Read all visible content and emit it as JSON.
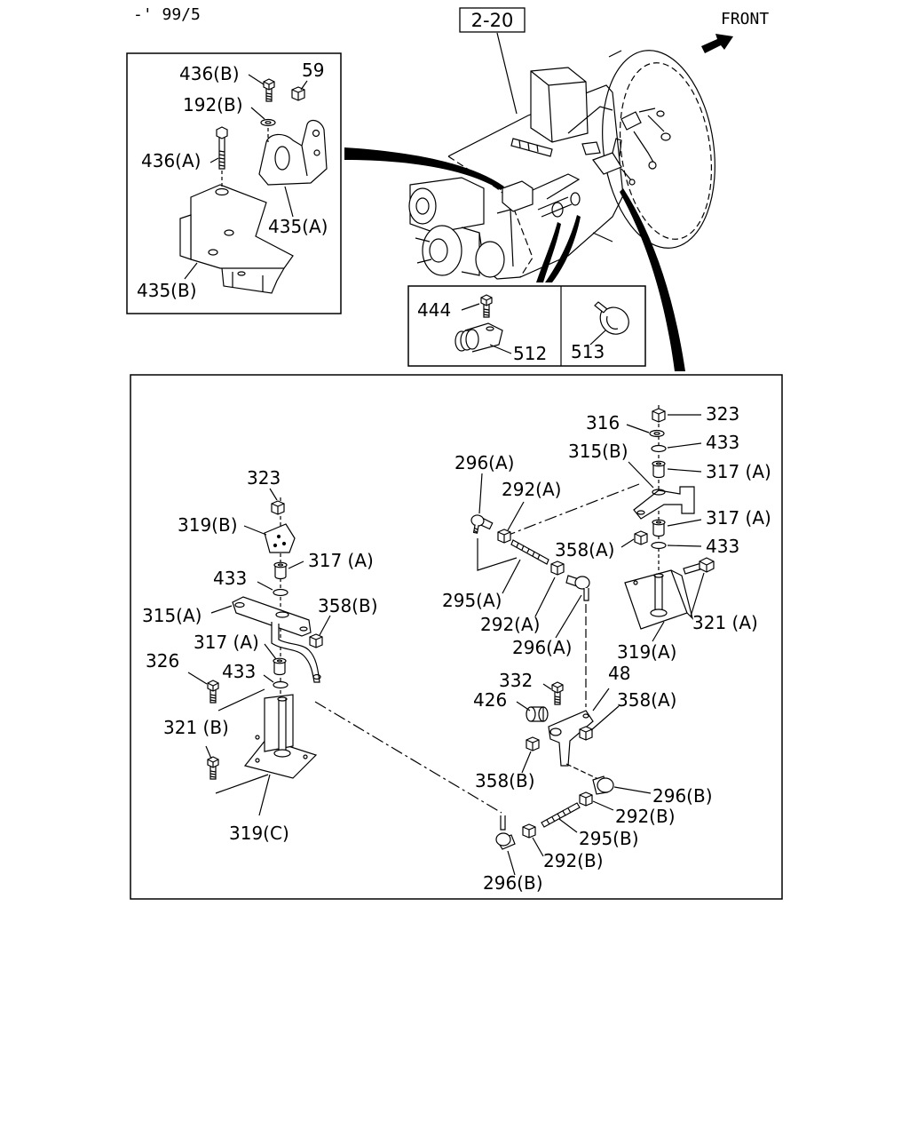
{
  "header": {
    "date_code": "-' 99/5",
    "reference": "2-20",
    "front_label": "FRONT"
  },
  "icons": {
    "direction": "front-arrow-icon"
  },
  "inset_mount_bracket": {
    "labels": [
      "436(B)",
      "59",
      "192(B)",
      "436(A)",
      "435(A)",
      "435(B)"
    ]
  },
  "inset_clip": {
    "labels": [
      "444",
      "512",
      "513"
    ]
  },
  "main": {
    "labels": [
      "316",
      "323",
      "433",
      "315(B)",
      "317 (A)",
      "296(A)",
      "292(A)",
      "317 (A)",
      "358(A)",
      "433",
      "323",
      "319(B)",
      "317 (A)",
      "433",
      "315(A)",
      "358(B)",
      "295(A)",
      "292(A)",
      "296(A)",
      "321 (A)",
      "319(A)",
      "317 (A)",
      "326",
      "433",
      "332",
      "48",
      "426",
      "358(A)",
      "321 (B)",
      "358(B)",
      "296(B)",
      "292(B)",
      "295(B)",
      "319(C)",
      "292(B)",
      "296(B)"
    ]
  }
}
